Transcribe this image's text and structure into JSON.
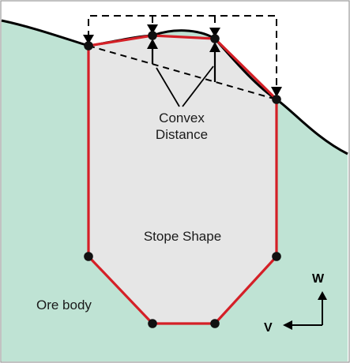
{
  "labels": {
    "convex_line1": "Convex",
    "convex_line2": "Distance",
    "stope": "Stope Shape",
    "ore": "Ore body",
    "axis_w": "W",
    "axis_v": "V"
  },
  "colors": {
    "ore_body": "#bfe3d4",
    "stope_fill": "#e6e6e6",
    "stope_outline": "#d42027",
    "ink": "#000000",
    "frame": "#9a9a9a"
  }
}
